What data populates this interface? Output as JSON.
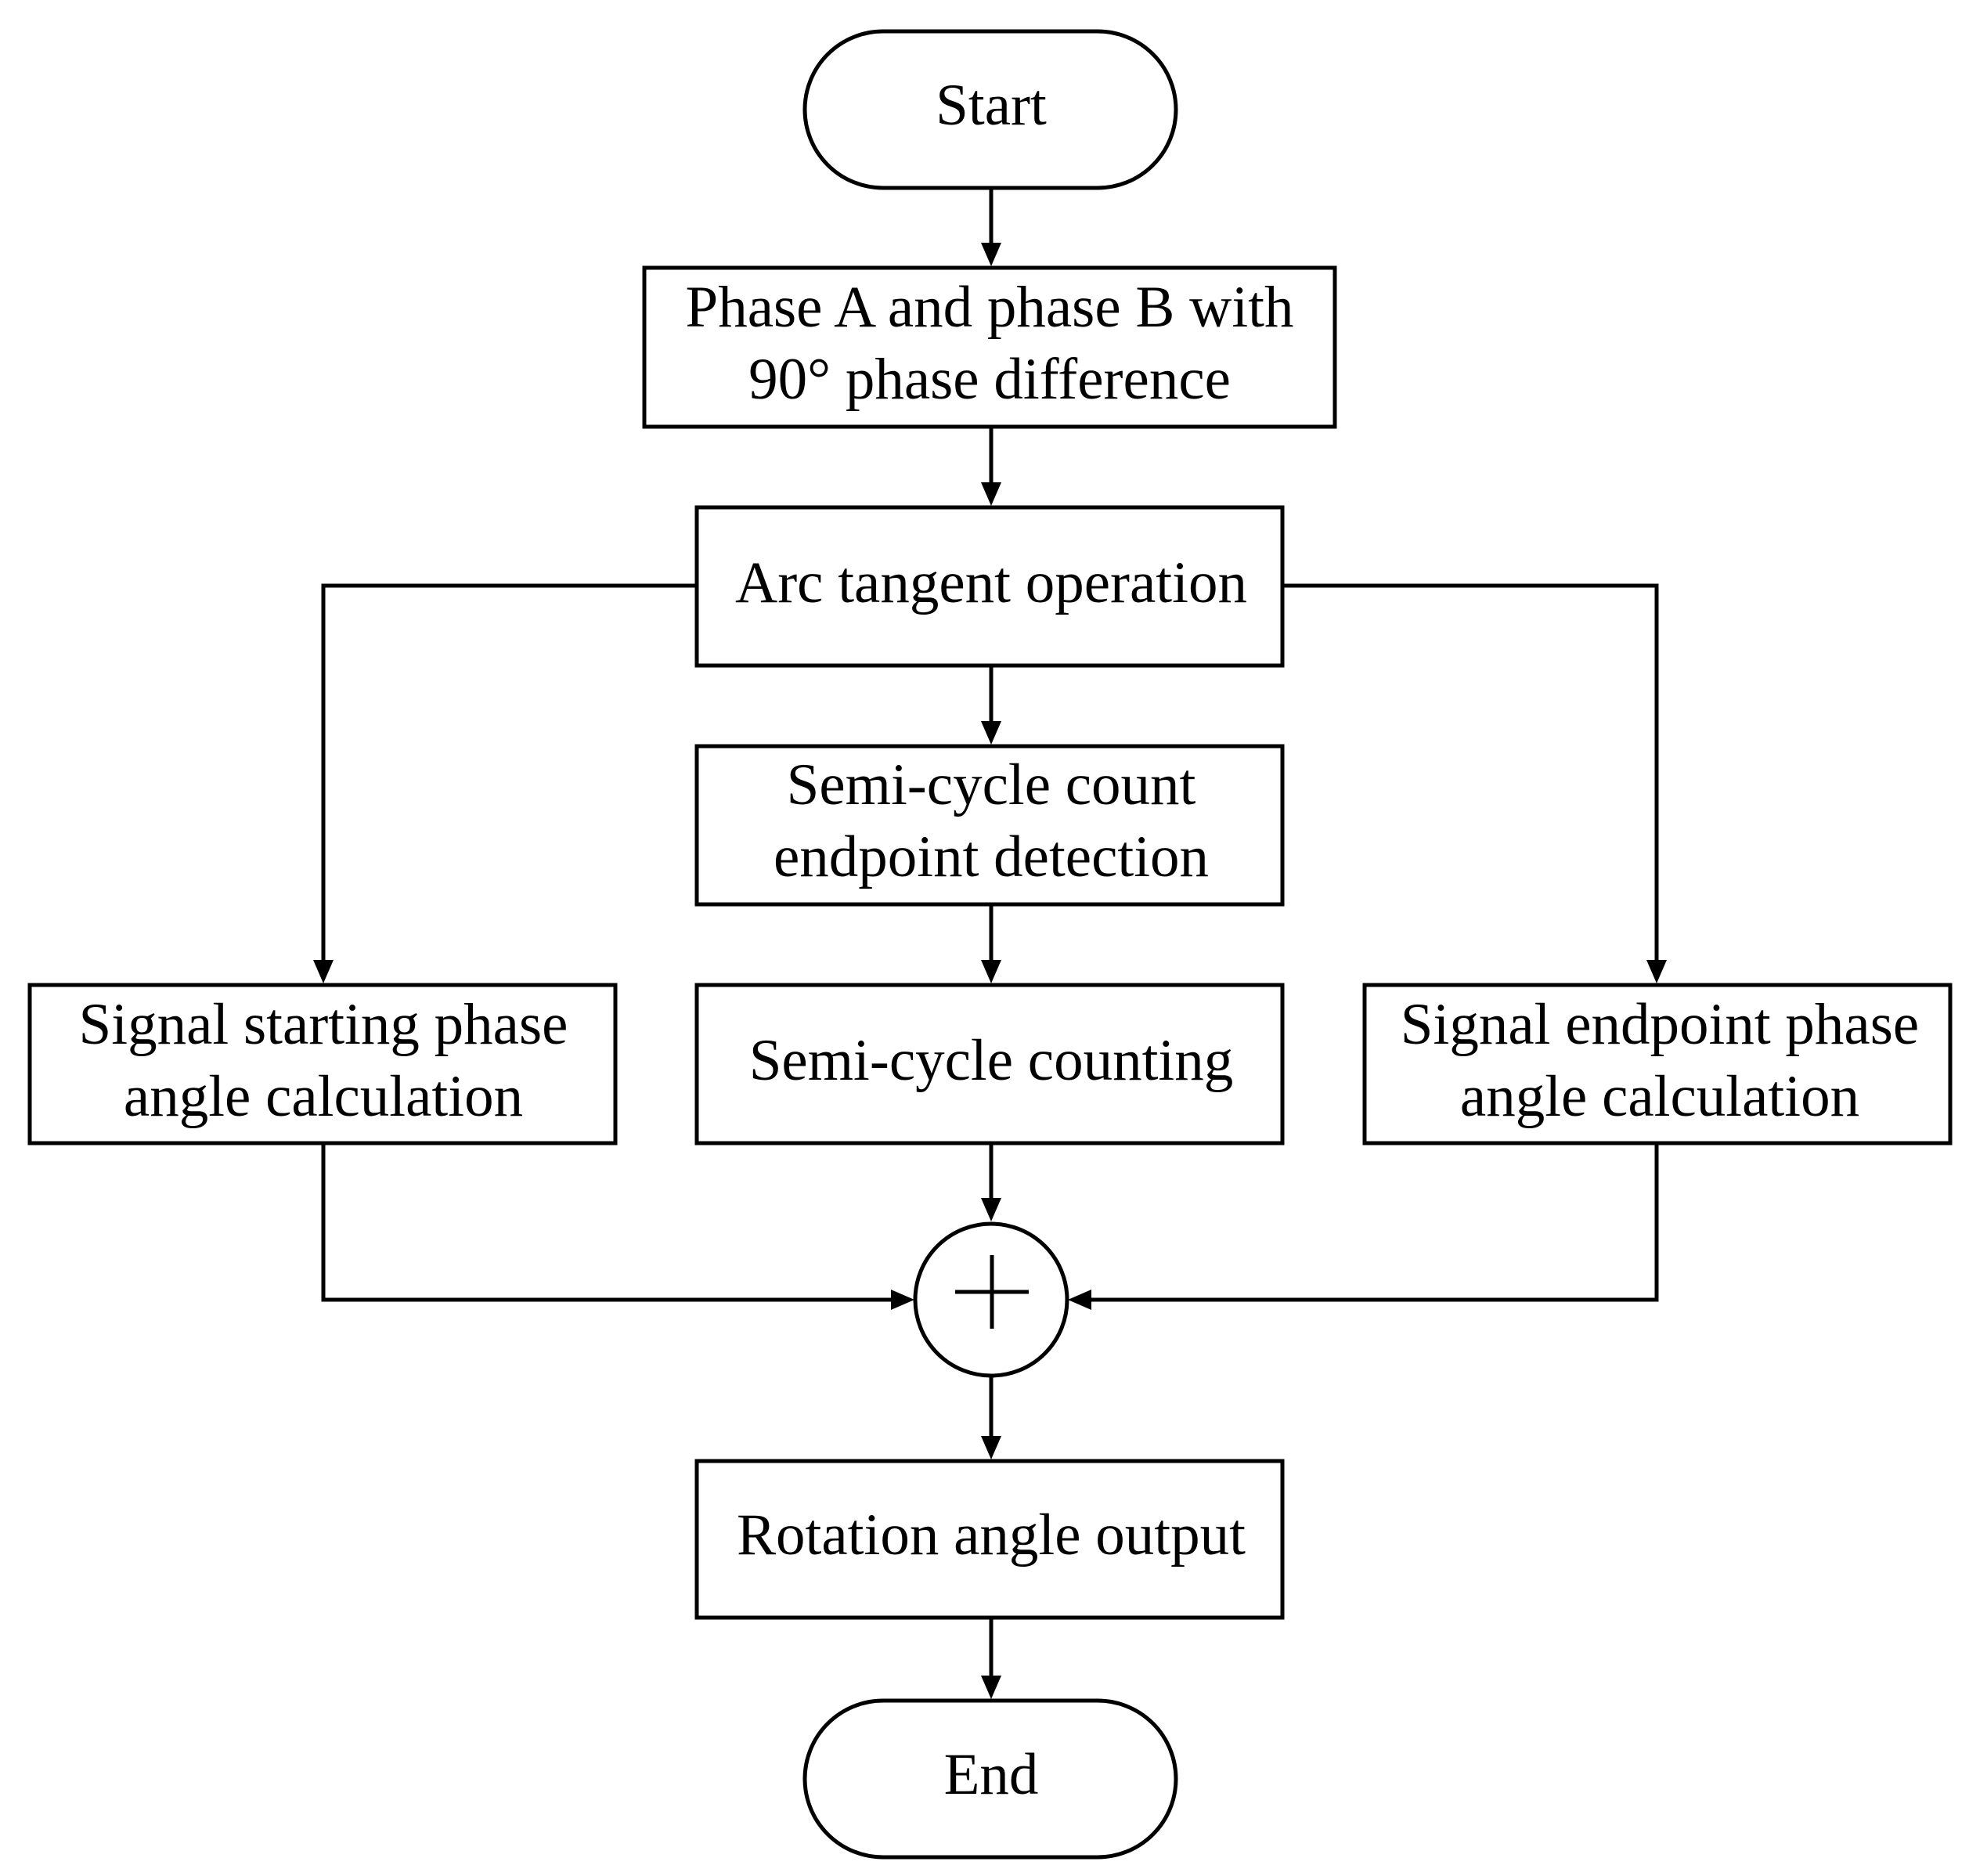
{
  "flowchart": {
    "start": "Start",
    "end": "End",
    "phase_input": [
      "Phase A and phase B with",
      "90° phase difference"
    ],
    "arctan": "Arc tangent operation",
    "endpoint_detection": [
      "Semi-cycle count",
      "endpoint detection"
    ],
    "counting": "Semi-cycle counting",
    "start_phase_calc": [
      "Signal starting phase",
      "angle calculation"
    ],
    "end_phase_calc": [
      "Signal endpoint phase",
      "angle calculation"
    ],
    "summing_junction": "+",
    "output": "Rotation angle output"
  }
}
